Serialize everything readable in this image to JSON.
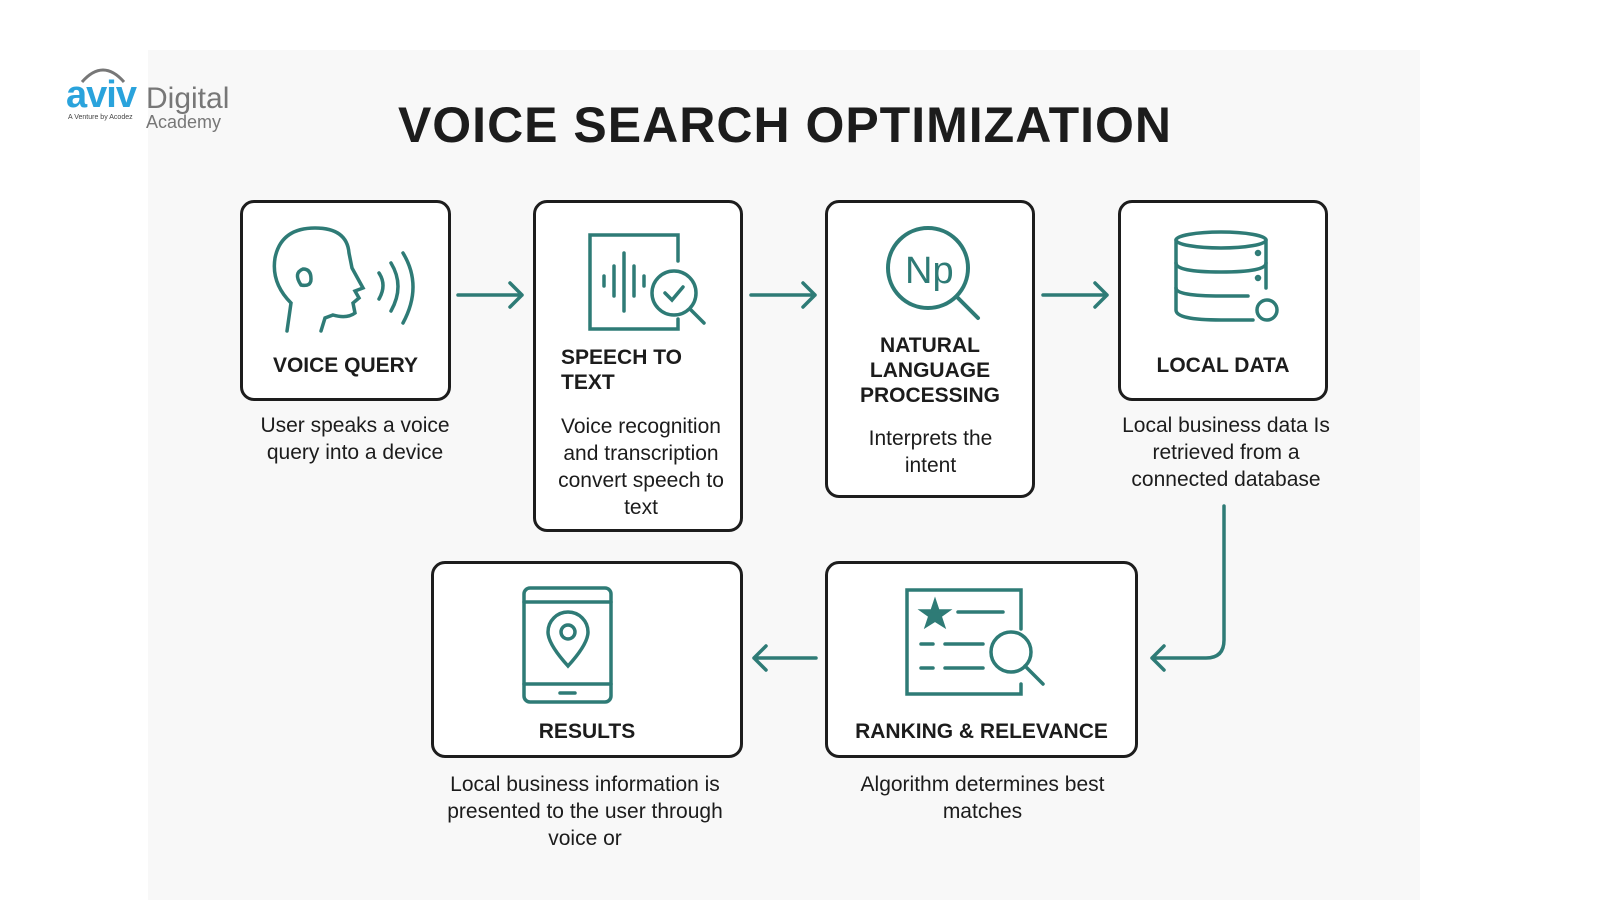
{
  "logo": {
    "brand": "aviv",
    "digital": "Digital",
    "academy": "Academy",
    "tagline": "A Venture by Acodez"
  },
  "title": "VOICE SEARCH OPTIMIZATION",
  "colors": {
    "accent": "#2e7b76",
    "border": "#1d1d1d"
  },
  "steps": [
    {
      "label": "VOICE QUERY",
      "desc": "User speaks a voice query into a device",
      "icon": "head-speaking-icon"
    },
    {
      "label": "SPEECH TO TEXT",
      "desc": "Voice recognition and transcription convert speech to text",
      "icon": "waveform-search-icon"
    },
    {
      "label": "NATURAL LANGUAGE PROCESSING",
      "desc": "Interprets the intent",
      "icon": "np-magnifier-icon"
    },
    {
      "label": "LOCAL DATA",
      "desc": "Local business data Is retrieved from a connected database",
      "icon": "database-icon"
    },
    {
      "label": "RANKING & RELEVANCE",
      "desc": "Algorithm determines best matches",
      "icon": "ranking-list-icon"
    },
    {
      "label": "RESULTS",
      "desc": "Local business information is presented to the user through voice or",
      "icon": "tablet-location-icon"
    }
  ]
}
